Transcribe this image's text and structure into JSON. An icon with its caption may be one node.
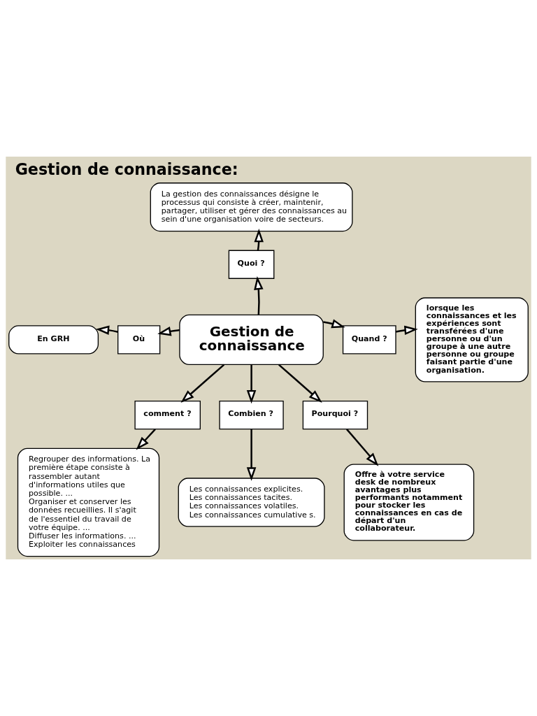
{
  "diagram": {
    "title": "Gestion de connaissance:",
    "nodes": [
      {
        "text": [
          "Gestion de connaissance"
        ]
      },
      {
        "text": [
          "Quoi ?"
        ]
      },
      {
        "text": [
          "La gestion des connaissances désigne le processus qui consiste à créer, maintenir, partager, utiliser et gérer des connaissances au sein d'une organisation voire de secteurs."
        ]
      },
      {
        "text": [
          "Où"
        ]
      },
      {
        "text": [
          "En GRH"
        ]
      },
      {
        "text": [
          "Quand ?"
        ]
      },
      {
        "text": [
          "lorsque les connaissances et les expériences sont transférées d'une personne ou d'un groupe à une autre personne ou groupe faisant partie d'une organisation."
        ]
      },
      {
        "text": [
          "comment ?"
        ]
      },
      {
        "text": [
          "Regrouper des informations. La première étape consiste à rassembler autant d'informations utiles que possible. ...",
          "Organiser et conserver les données recueillies. Il s'agit de l'essentiel du travail de votre équipe. ...",
          "Diffuser les informations. ...",
          "Exploiter les connaissances"
        ]
      },
      {
        "text": [
          "Combien ?"
        ]
      },
      {
        "text": [
          "Les connaissances explicites.",
          "Les connaissances tacites.",
          "Les connaissances volatiles.",
          "Les connaissances cumulative s."
        ]
      },
      {
        "text": [
          "Pourquoi ?"
        ]
      },
      {
        "text": [
          "Offre à votre service desk de nombreux avantages plus performants notamment pour stocker les connaissances en cas de départ d'un collaborateur."
        ]
      }
    ],
    "edges": [
      {
        "from": 0,
        "to": 1,
        "arrow": "to"
      },
      {
        "from": 1,
        "to": 2,
        "arrow": "to"
      },
      {
        "from": 0,
        "to": 3,
        "arrow": "to"
      },
      {
        "from": 3,
        "to": 4,
        "arrow": "to"
      },
      {
        "from": 0,
        "to": 5,
        "arrow": "to"
      },
      {
        "from": 5,
        "to": 6,
        "arrow": "to"
      },
      {
        "from": 0,
        "to": 7,
        "arrow": "to"
      },
      {
        "from": 7,
        "to": 8,
        "arrow": "to"
      },
      {
        "from": 0,
        "to": 9,
        "arrow": "to"
      },
      {
        "from": 9,
        "to": 10,
        "arrow": "to"
      },
      {
        "from": 0,
        "to": 11,
        "arrow": "to"
      },
      {
        "from": 11,
        "to": 12,
        "arrow": "to"
      }
    ]
  }
}
